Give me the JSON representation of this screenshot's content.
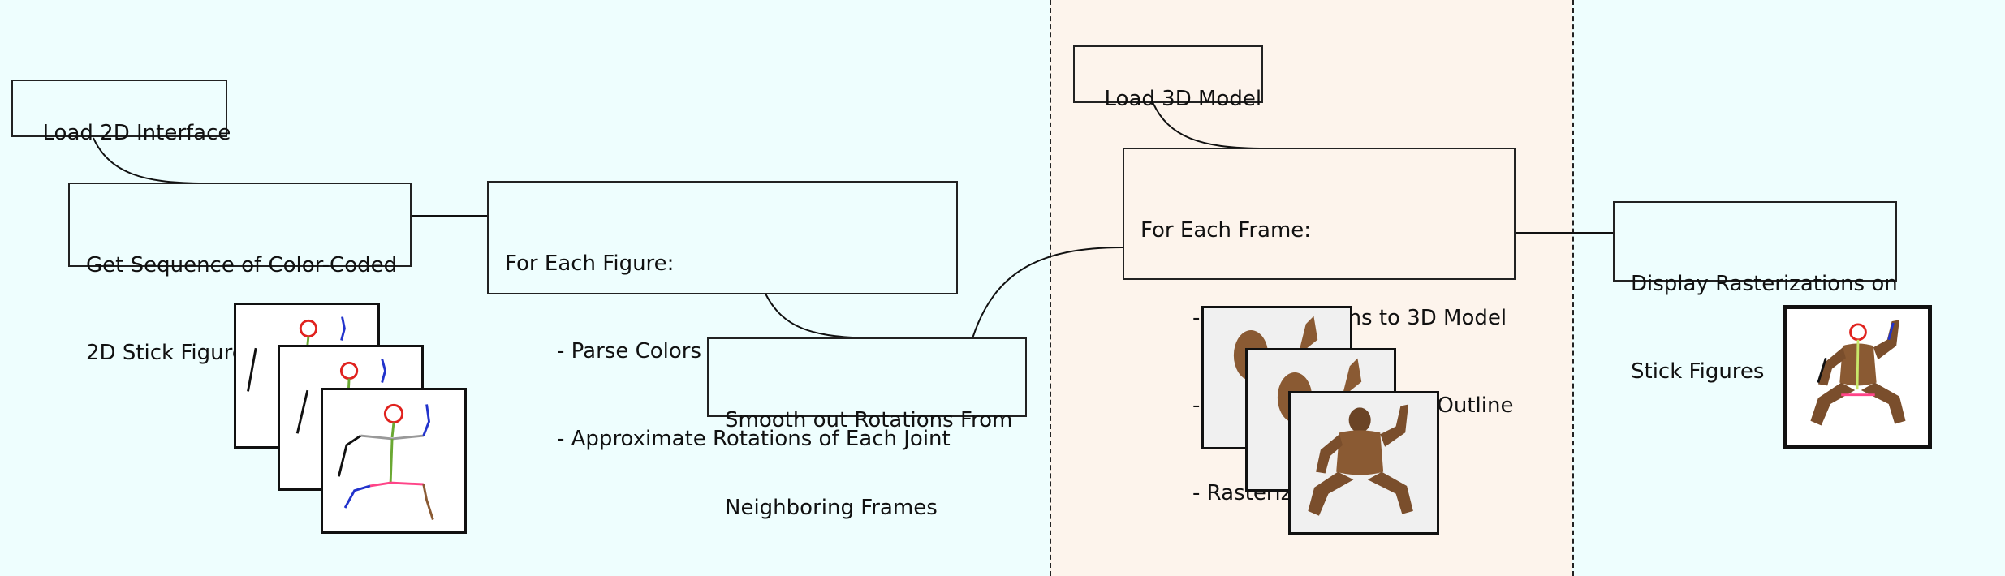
{
  "steps": {
    "load_2d": "Load 2D Interface",
    "get_sequence": [
      "Get Sequence of Color-Coded",
      "2D Stick Figures"
    ],
    "for_each_figure": {
      "title": "For Each Figure:",
      "items": [
        "- Parse Colors of Different Joints",
        "- Approximate Rotations of Each Joint"
      ]
    },
    "smooth": [
      "Smooth out Rotations From",
      "Neighboring Frames"
    ],
    "load_3d": "Load 3D Model",
    "for_each_frame": {
      "title": "For Each Frame:",
      "items": [
        "- Apply Rotations to 3D Model",
        "- Compute Cel-Shaded Outline",
        "- Rasterize Frame"
      ]
    },
    "display": [
      "Display Rasterizations on",
      "Stick Figures"
    ]
  },
  "colors": {
    "left_panel": "#eefefe",
    "middle_panel": "#fdf4ec",
    "right_panel": "#eefefe",
    "head": "#e0221e",
    "model_skin": "#8a5a33"
  }
}
